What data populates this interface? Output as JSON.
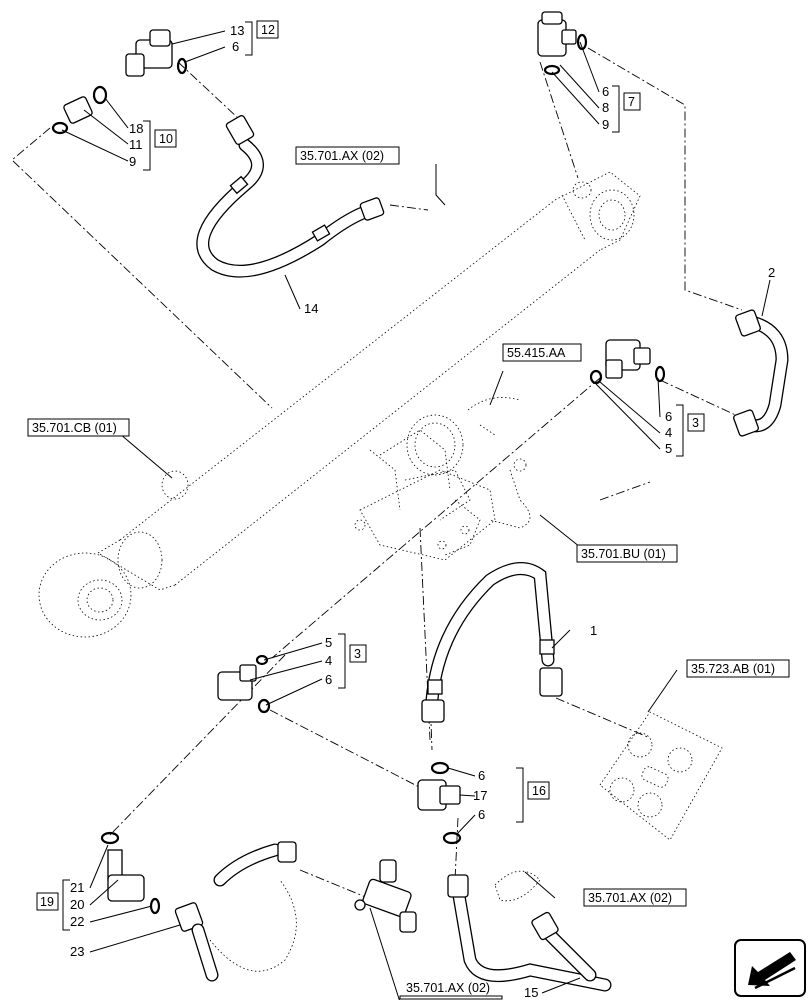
{
  "references": {
    "ref_35701AX_top": "35.701.AX (02)",
    "ref_35701CB": "35.701.CB (01)",
    "ref_55415AA": "55.415.AA",
    "ref_35701BU": "35.701.BU (01)",
    "ref_35723AB": "35.723.AB (01)",
    "ref_35701AX_mid": "35.701.AX (02)",
    "ref_35701AX_bot": "35.701.AX (02)"
  },
  "callouts": {
    "c13": "13",
    "c6a": "6",
    "g12": "12",
    "c18": "18",
    "c11": "11",
    "c9a": "9",
    "g10": "10",
    "c6b": "6",
    "c8": "8",
    "c9b": "9",
    "g7": "7",
    "c2": "2",
    "c14": "14",
    "c6c": "6",
    "c4a": "4",
    "c5a": "5",
    "g3a": "3",
    "c1": "1",
    "c5b": "5",
    "c4b": "4",
    "c6d": "6",
    "g3b": "3",
    "c6e": "6",
    "c17": "17",
    "c6f": "6",
    "g16": "16",
    "c21": "21",
    "c20": "20",
    "c22": "22",
    "g19": "19",
    "c23": "23",
    "c15": "15"
  },
  "icons": {
    "corner_arrow": "arrow-nav-icon"
  }
}
